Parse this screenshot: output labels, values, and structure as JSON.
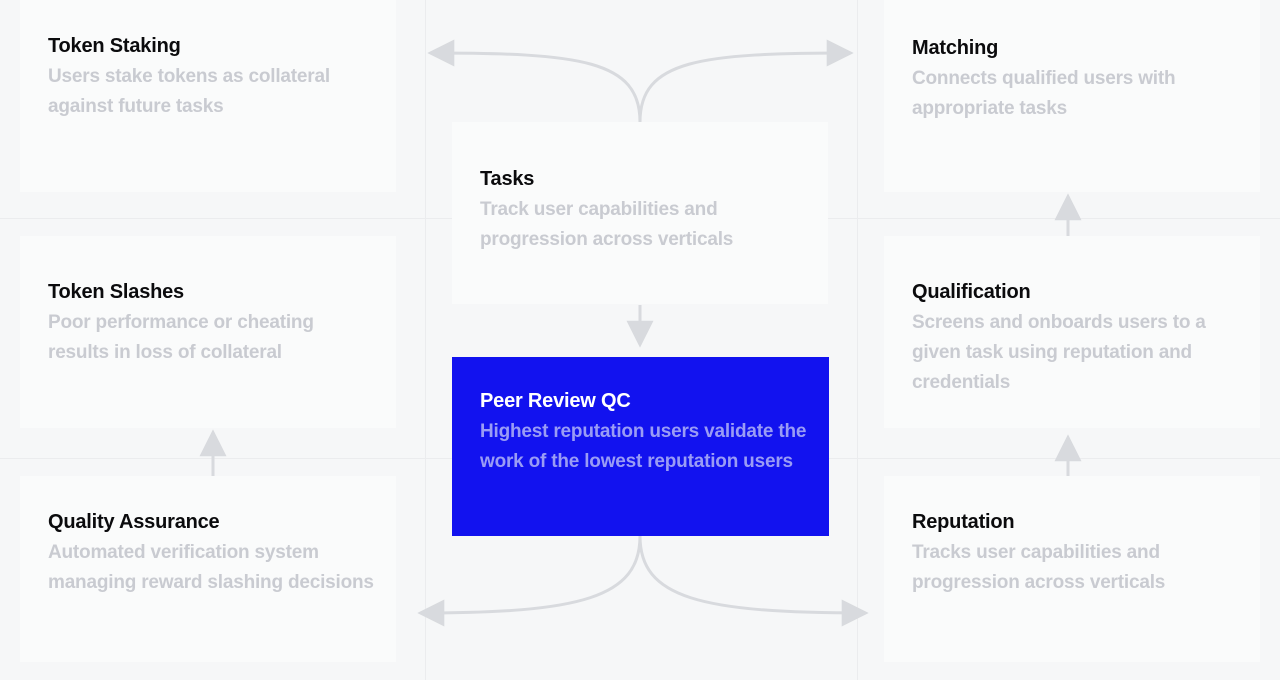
{
  "theme": {
    "page_background": "#f6f7f8",
    "card_background": "#fafbfb",
    "highlight_background": "#1212ef",
    "title_color": "#0b0b0d",
    "description_color": "#c9cbd1",
    "highlight_title_color": "#ffffff",
    "highlight_description_color": "#9a9cf5",
    "connector_color": "#d8dade",
    "grid_color": "#ebecee"
  },
  "diagram": {
    "type": "flow-diagram",
    "columns": [
      "left",
      "center",
      "right"
    ],
    "cards": {
      "token_staking": {
        "title": "Token Staking",
        "description": "Users stake tokens as collateral against future tasks",
        "highlighted": false
      },
      "token_slashes": {
        "title": "Token Slashes",
        "description": "Poor performance or cheating results in loss of collateral",
        "highlighted": false
      },
      "quality_assurance": {
        "title": "Quality Assurance",
        "description": "Automated verification system managing reward slashing decisions",
        "highlighted": false
      },
      "tasks": {
        "title": "Tasks",
        "description": "Track user capabilities and progression across verticals",
        "highlighted": false
      },
      "peer_review_qc": {
        "title": "Peer Review QC",
        "description": "Highest reputation users validate the work of the lowest reputation users",
        "highlighted": true
      },
      "matching": {
        "title": "Matching",
        "description": "Connects qualified users with appropriate tasks",
        "highlighted": false
      },
      "qualification": {
        "title": "Qualification",
        "description": "Screens and onboards users to a given task using reputation and credentials",
        "highlighted": false
      },
      "reputation": {
        "title": "Reputation",
        "description": "Tracks user capabilities and progression across verticals",
        "highlighted": false
      }
    },
    "connectors": [
      {
        "name": "tasks-to-token-staking",
        "from": "tasks",
        "to": "token_staking",
        "style": "curve-arrow",
        "direction": "left"
      },
      {
        "name": "tasks-to-matching",
        "from": "tasks",
        "to": "matching",
        "style": "curve-arrow",
        "direction": "right"
      },
      {
        "name": "tasks-to-peer-review-qc",
        "from": "tasks",
        "to": "peer_review_qc",
        "style": "straight-arrow",
        "direction": "down"
      },
      {
        "name": "peer-review-qc-to-quality-assurance",
        "from": "peer_review_qc",
        "to": "quality_assurance",
        "style": "curve-arrow",
        "direction": "left"
      },
      {
        "name": "peer-review-qc-to-reputation",
        "from": "peer_review_qc",
        "to": "reputation",
        "style": "curve-arrow",
        "direction": "right"
      },
      {
        "name": "quality-assurance-to-token-slashes",
        "from": "quality_assurance",
        "to": "token_slashes",
        "style": "straight-arrow",
        "direction": "up"
      },
      {
        "name": "qualification-to-matching",
        "from": "qualification",
        "to": "matching",
        "style": "straight-arrow",
        "direction": "up"
      },
      {
        "name": "reputation-to-qualification",
        "from": "reputation",
        "to": "qualification",
        "style": "straight-arrow",
        "direction": "up"
      }
    ]
  }
}
